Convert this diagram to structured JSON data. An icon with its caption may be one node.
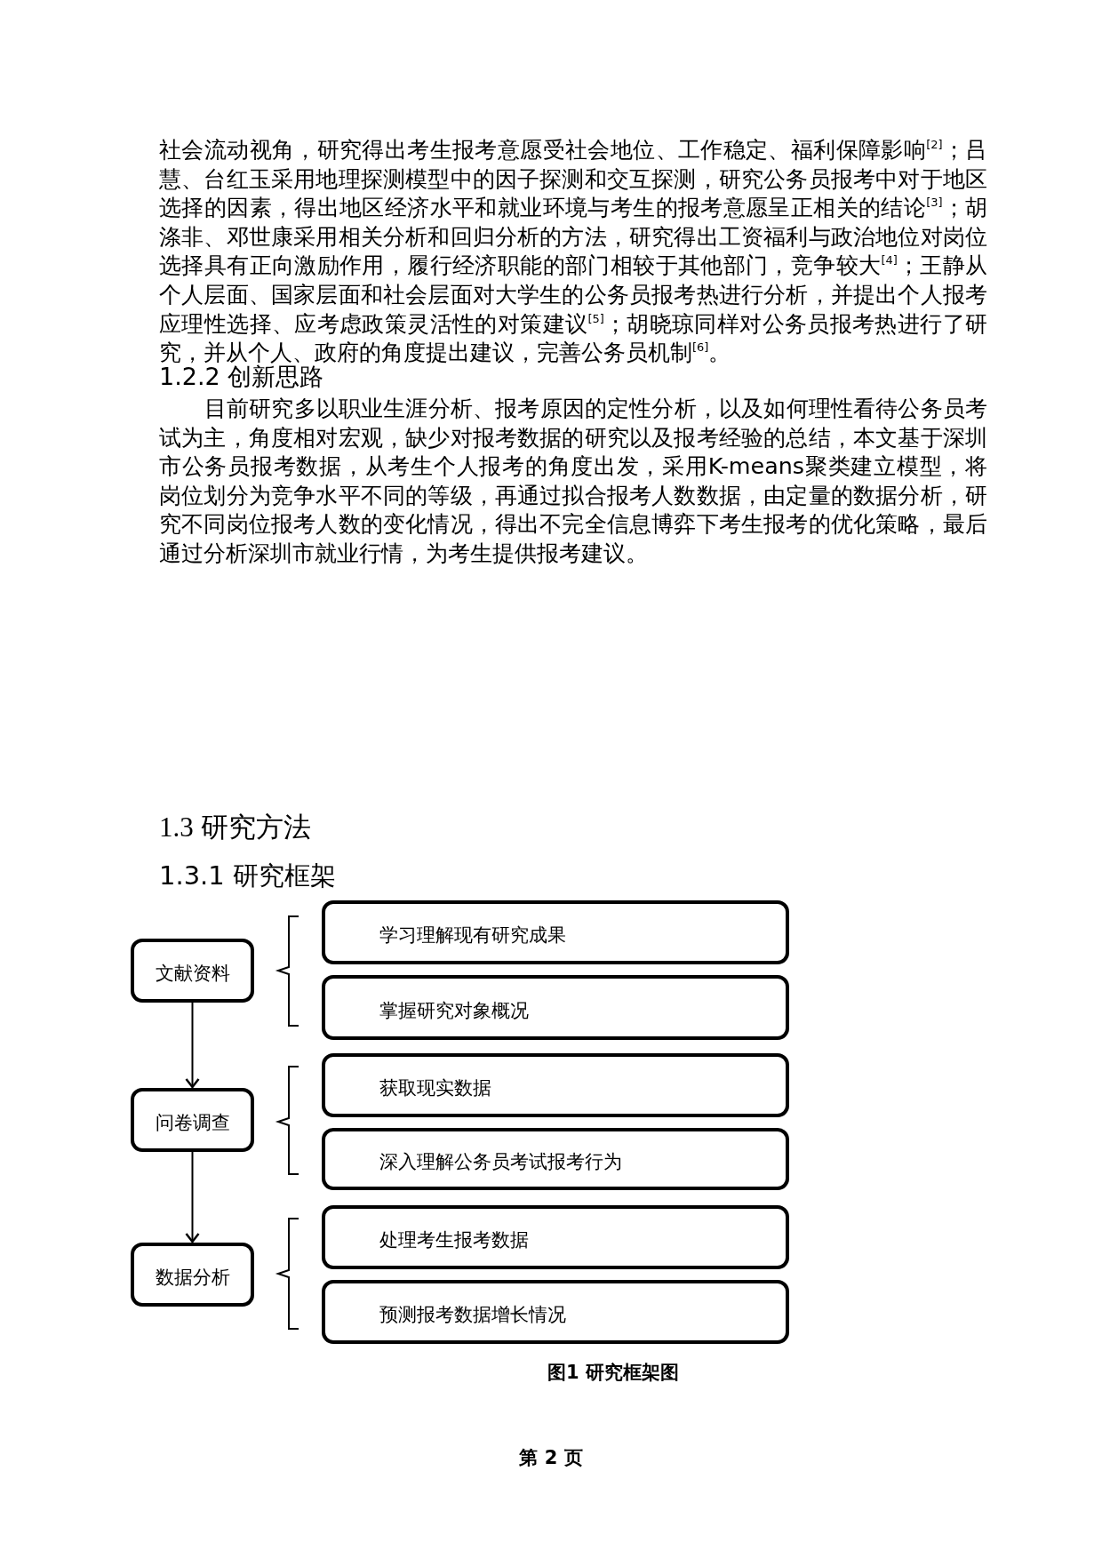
{
  "diagram": {
    "caption": "图1 研究框架图",
    "nodes": [
      {
        "text": [
          "文献资料"
        ]
      },
      {
        "text": [
          "问卷调查"
        ]
      },
      {
        "text": [
          "数据分析"
        ]
      },
      {
        "text": [
          "学习理解现有研究成果"
        ]
      },
      {
        "text": [
          "掌握研究对象概况"
        ]
      },
      {
        "text": [
          "获取现实数据"
        ]
      },
      {
        "text": [
          "深入理解公务员考试报考行为"
        ]
      },
      {
        "text": [
          "处理考生报考数据"
        ]
      },
      {
        "text": [
          "预测报考数据增长情况"
        ]
      }
    ],
    "edges": [
      {
        "from": 0,
        "to": 1,
        "arrow": "to"
      },
      {
        "from": 1,
        "to": 2,
        "arrow": "to"
      }
    ],
    "labels": [
      "社会流动视角，研究得出考生报考意愿受社会地位、工作稳定、福利保障影响$^{[2]}$；吕慧、台红玉采用地理探测模型中的因子探测和交互探测，研究公务员报考中对于地区选择的因素，得出地区经济水平和就业环境与考生的报考意愿呈正相关的结论$^{[3]}$；胡涤非、邓世康采用相关分析和回归分析的方法，研究得出工资福利与政治地位对岗位选择具有正向激励作用，履行经济职能的部门相较于其他部门，竞争较大$^{[4]}$；王静从个人层面、国家层面和社会层面对大学生的公务员报考热进行分析，并提出个人报考应理性选择、应考虑政策灵活性的对策建议$^{[5]}$；胡晓琼同样对公务员报考热进行了研究，并从个人、政府的角度提出建议，完善公务员机制$^{[6]}$。",
      "1.2.2 创新思路",
      "目前研究多以职业生涯分析、报考原因的定性分析，以及如何理性看待公务员考试为主，角度相对宏观，缺少对报考数据的研究以及报考经验的总结，本文基于深圳市公务员报考数据，从考生个人报考的角度出发，采用K-means聚类建立模型，将岗位划分为竞争水平不同的等级，再通过拟合报考人数数据，由定量的数据分析，研究不同岗位报考人数的变化情况，得出不完全信息博弈下考生报考的优化策略，最后通过分析深圳市就业行情，为考生提供报考建议。",
      "1.3 研究方法",
      "1.3.1 研究框架",
      "第 2 页"
    ]
  }
}
